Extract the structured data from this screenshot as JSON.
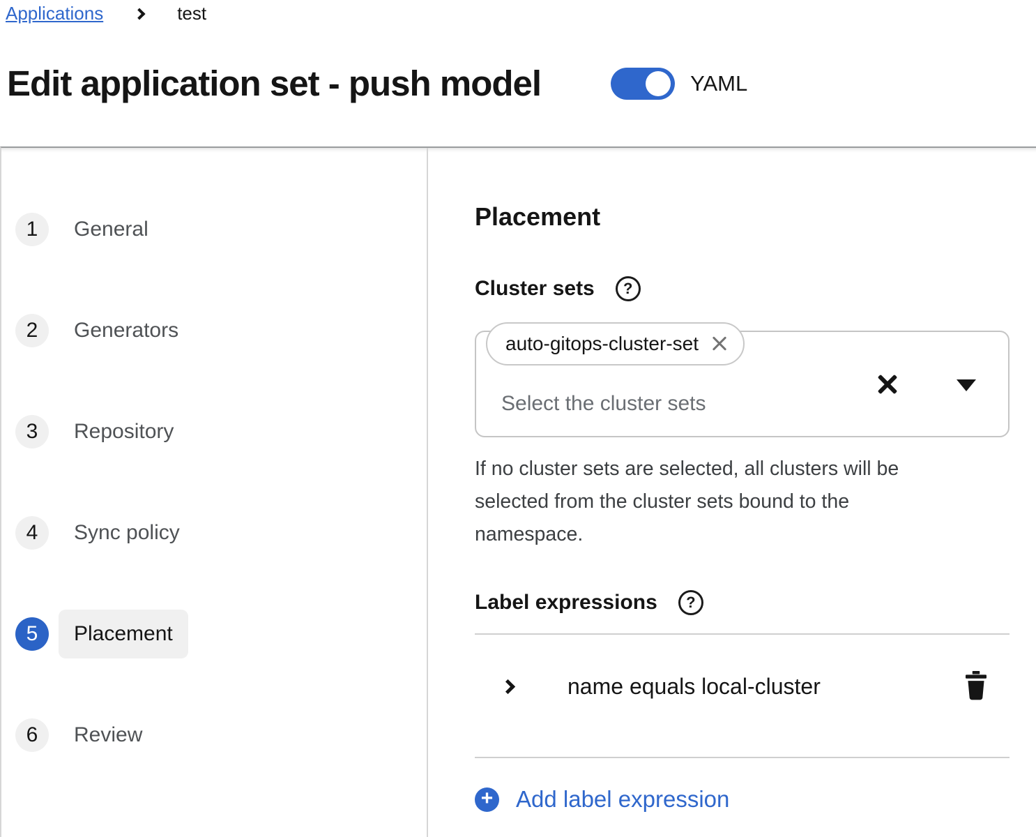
{
  "breadcrumb": {
    "link_label": "Applications",
    "current": "test"
  },
  "header": {
    "title": "Edit application set - push model",
    "yaml_toggle_label": "YAML",
    "yaml_toggle_on": true
  },
  "wizard": {
    "steps": [
      {
        "number": "1",
        "label": "General",
        "active": false
      },
      {
        "number": "2",
        "label": "Generators",
        "active": false
      },
      {
        "number": "3",
        "label": "Repository",
        "active": false
      },
      {
        "number": "4",
        "label": "Sync policy",
        "active": false
      },
      {
        "number": "5",
        "label": "Placement",
        "active": true
      },
      {
        "number": "6",
        "label": "Review",
        "active": false
      }
    ]
  },
  "placement": {
    "section_title": "Placement",
    "cluster_sets": {
      "label": "Cluster sets",
      "selected_chip": "auto-gitops-cluster-set",
      "placeholder": "Select the cluster sets",
      "helper_text": "If no cluster sets are selected, all clusters will be selected from the cluster sets bound to the namespace."
    },
    "label_expressions": {
      "label": "Label expressions",
      "expression_summary": "name equals local-cluster",
      "add_button_label": "Add label expression"
    }
  },
  "icons": {
    "breadcrumb_separator": "chevron-right-icon",
    "help": "question-circle-icon",
    "chip_remove": "close-icon",
    "clear_selection": "close-icon",
    "dropdown": "caret-down-icon",
    "expand": "chevron-right-icon",
    "delete": "trash-icon",
    "add": "plus-circle-icon"
  },
  "colors": {
    "primary_blue": "#2f67cc",
    "active_step_blue": "#2b63c6",
    "input_border_gray": "#c5c5c5",
    "divider_gray": "#d6d6d6",
    "step_circle_gray": "#f0f0f0",
    "text_dark": "#151515",
    "step_label_gray": "#4f5255",
    "placeholder_gray": "#6a6e73"
  }
}
